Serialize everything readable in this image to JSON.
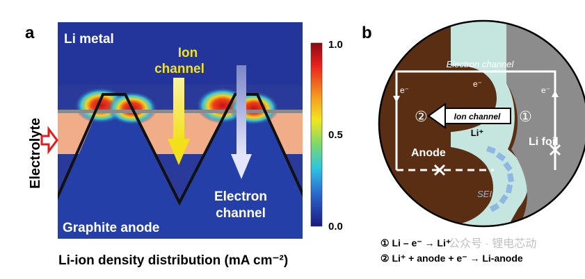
{
  "panel_a": {
    "label": "a",
    "top_region": "Li metal",
    "bottom_region": "Graphite anode",
    "side_label": "Electrolyte",
    "ion_channel_line1": "Ion",
    "ion_channel_line2": "channel",
    "electron_channel_line1": "Electron",
    "electron_channel_line2": "channel",
    "colorbar_ticks": [
      "1.0",
      "0.5",
      "0.0"
    ],
    "caption": "Li-ion density distribution (mA cm⁻²)",
    "colors": {
      "background": "#2a3a9a",
      "electrolyte": "#f0ad88",
      "ion_arrow": "#f2e21a",
      "electron_arrow": "#c9cff0"
    }
  },
  "panel_b": {
    "label": "b",
    "electron_channel": "Electron channel",
    "e_left": "e⁻",
    "e_mid": "e⁻",
    "e_right": "e⁻",
    "marker_2": "②",
    "marker_1": "①",
    "ion_channel": "Ion channel",
    "li_plus": "Li⁺",
    "li_foil": "Li foil",
    "anode": "Anode",
    "sei": "SEI",
    "equation_1": "① Li – e⁻ → Li⁺",
    "equation_2": "② Li⁺ + anode + e⁻ → Li-anode",
    "watermark": "公众号 · 锂电芯动",
    "colors": {
      "anode": "#5a2e12",
      "li_foil": "#8c8c8c",
      "electrolyte": "#c5e6df",
      "sei": "#8fb7e3"
    }
  }
}
